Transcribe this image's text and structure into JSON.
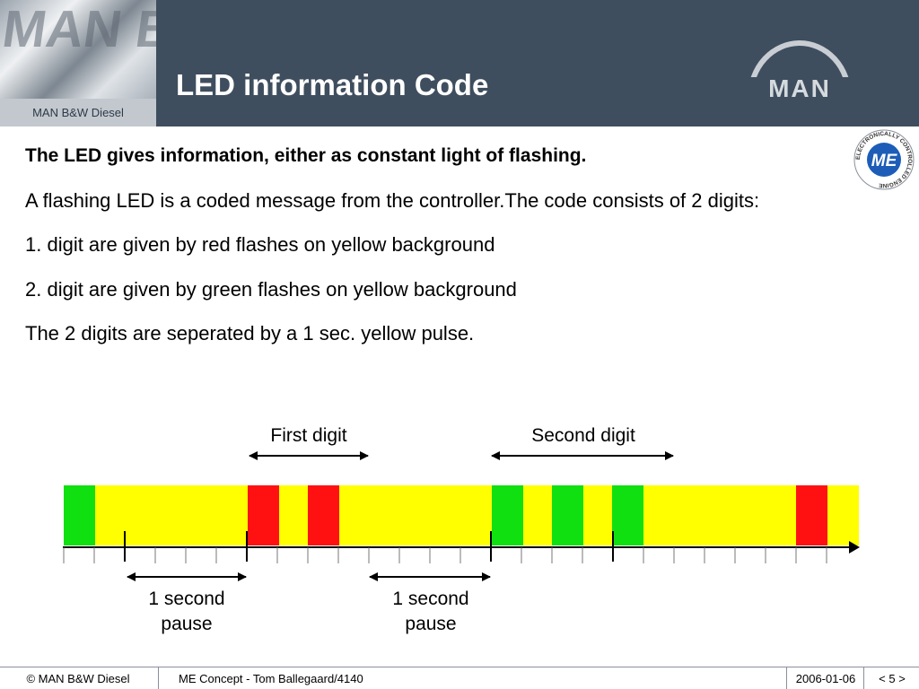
{
  "header": {
    "company_caption": "MAN B&W Diesel",
    "title": "LED information Code",
    "brand_logo_text": "MAN",
    "logo_photo_text": "MAN B&W"
  },
  "badge": {
    "text": "ME",
    "ring_text": "ELECTRONICALLY CONTROLLED ENGINE"
  },
  "content": {
    "lines": [
      "The LED gives information, either as constant light of flashing.",
      "A flashing LED is a coded message from the controller.The code consists of 2 digits:",
      "1. digit are given by red flashes on yellow background",
      "2. digit are given by green flashes on yellow background",
      "The 2 digits are seperated by a 1 sec. yellow pulse."
    ]
  },
  "diagram": {
    "first_digit_label": "First digit",
    "second_digit_label": "Second digit",
    "pause_label_line1": "1 second",
    "pause_label_line2": "pause",
    "colors": {
      "green": "#10e010",
      "yellow": "#ffff00",
      "red": "#ff1111"
    },
    "segments": [
      "green",
      "yellow",
      "red",
      "yellow",
      "red",
      "yellow",
      "green",
      "yellow",
      "green",
      "yellow",
      "green",
      "yellow",
      "red",
      "yellow"
    ]
  },
  "footer": {
    "copyright": "© MAN B&W Diesel",
    "presentation": "ME Concept - Tom Ballegaard/4140",
    "date": "2006-01-06",
    "page": "< 5 >"
  }
}
